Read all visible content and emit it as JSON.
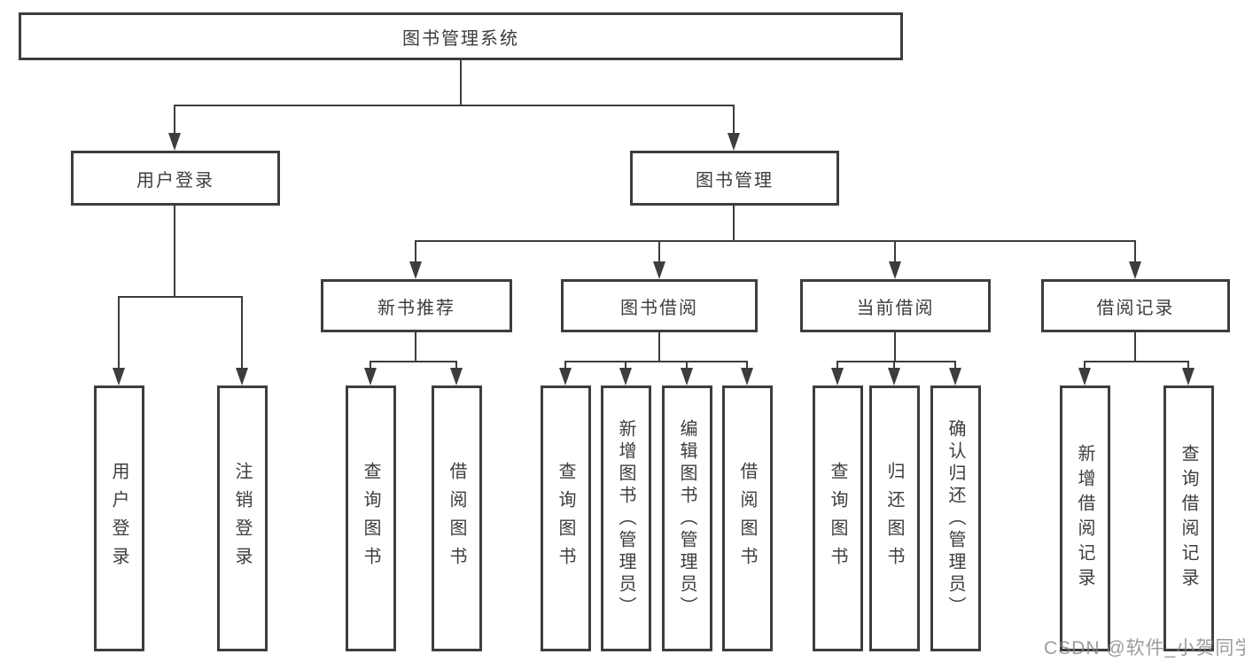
{
  "nodes": {
    "root": "图书管理系统",
    "user_login": "用户登录",
    "book_management": "图书管理",
    "new_book_recommend": "新书推荐",
    "book_borrowing": "图书借阅",
    "current_borrowing": "当前借阅",
    "borrowing_records": "借阅记录",
    "leaf_user_login": "用户登录",
    "leaf_logout": "注销登录",
    "leaf_nbr_query_books": "查询图书",
    "leaf_nbr_borrow_books": "借阅图书",
    "leaf_bb_query_books": "查询图书",
    "leaf_bb_add_books_admin": "新增图书（管理员）",
    "leaf_bb_edit_books_admin": "编辑图书（管理员）",
    "leaf_bb_borrow_books": "借阅图书",
    "leaf_cb_query_books": "查询图书",
    "leaf_cb_return_books": "归还图书",
    "leaf_cb_confirm_return_admin": "确认归还（管理员）",
    "leaf_br_add_record": "新增借阅记录",
    "leaf_br_query_record": "查询借阅记录"
  },
  "watermark": "CSDN @软件_小贺同学",
  "colors": {
    "line": "#3d3d3d",
    "text": "#3d3d3d",
    "background": "#ffffff",
    "watermark": "#808080"
  }
}
